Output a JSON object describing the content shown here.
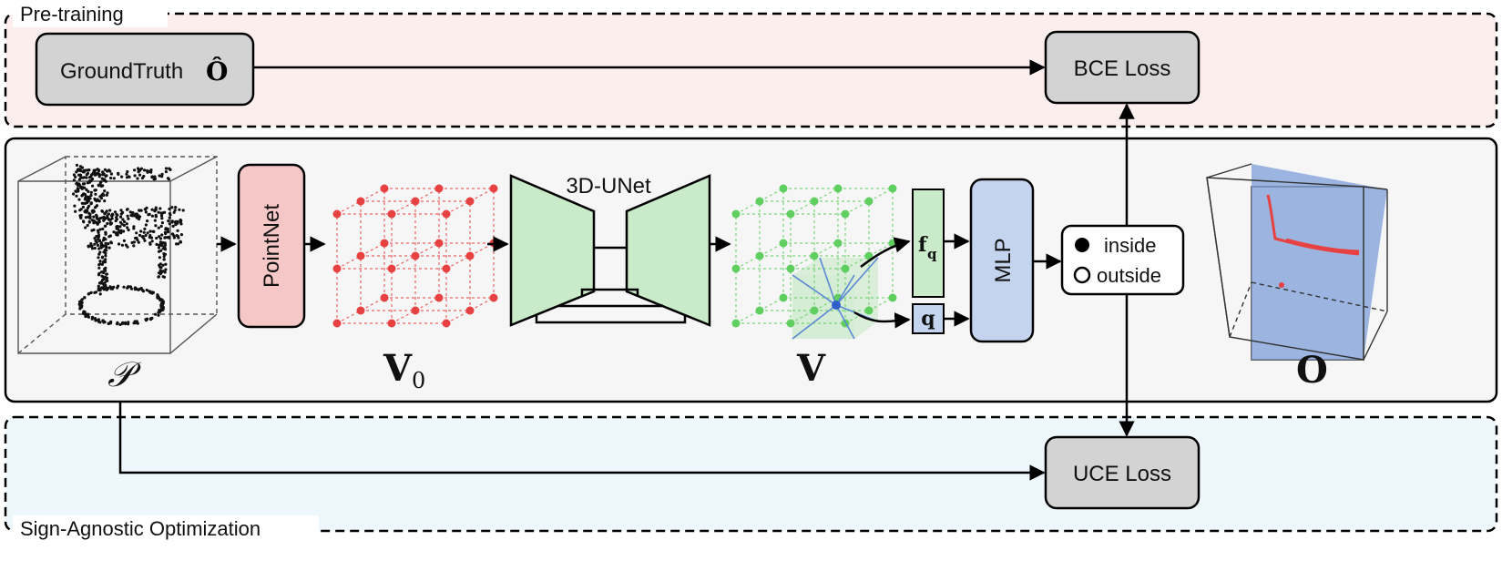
{
  "regions": {
    "pretraining": "Pre-training",
    "sign_agnostic": "Sign-Agnostic Optimization"
  },
  "boxes": {
    "groundtruth": "GroundTruth",
    "groundtruth_symbol": "Ô",
    "bce_loss": "BCE Loss",
    "uce_loss": "UCE Loss",
    "pointnet": "PointNet",
    "unet": "3D-UNet",
    "mlp": "MLP",
    "fq": "f",
    "fq_sub": "q",
    "q": "q"
  },
  "legend": {
    "inside": "inside",
    "outside": "outside"
  },
  "symbols": {
    "p": "𝒫",
    "v0": "V",
    "v0_sub": "0",
    "v": "V",
    "o": "O"
  },
  "colors": {
    "pretraining_bg": "#fdeeee",
    "sign_agnostic_bg": "#eef7fb",
    "main_bg": "#f6f6f6",
    "gray_box": "#d3d3d3",
    "pointnet": "#f6c7c7",
    "unet": "#c9ebc9",
    "mlp": "#c4d4ef",
    "red_grid": "#e84141",
    "green_grid": "#5fcf5f",
    "blue_plane": "#7e9fd8",
    "blue_line": "#5a87d6"
  }
}
